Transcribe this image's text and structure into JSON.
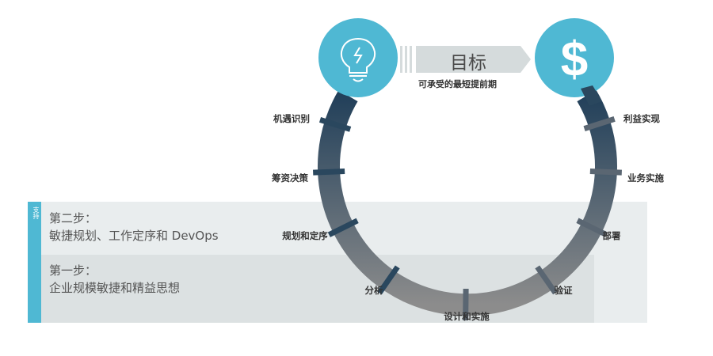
{
  "sidebar_label": "支持",
  "steps": [
    {
      "title": "第二步：",
      "text": "敏捷规划、工作定序和 DevOps"
    },
    {
      "title": "第一步：",
      "text": "企业规模敏捷和精益思想"
    }
  ],
  "goal": {
    "title": "目标",
    "subtitle": "可承受的最短提前期"
  },
  "icons": {
    "start": "lightbulb-icon",
    "end": "dollar-icon",
    "dollar_glyph": "$"
  },
  "cycle_labels": [
    "机遇识别",
    "筹资决策",
    "规划和定序",
    "分析",
    "设计和实施",
    "验证",
    "部署",
    "业务实施",
    "利益实现"
  ],
  "colors": {
    "accent": "#4fb8d3",
    "ring_top": "#2a475e",
    "ring_bottom": "#8c8c8c",
    "panel_light": "#e9edee",
    "panel_dark": "#dce1e2"
  }
}
